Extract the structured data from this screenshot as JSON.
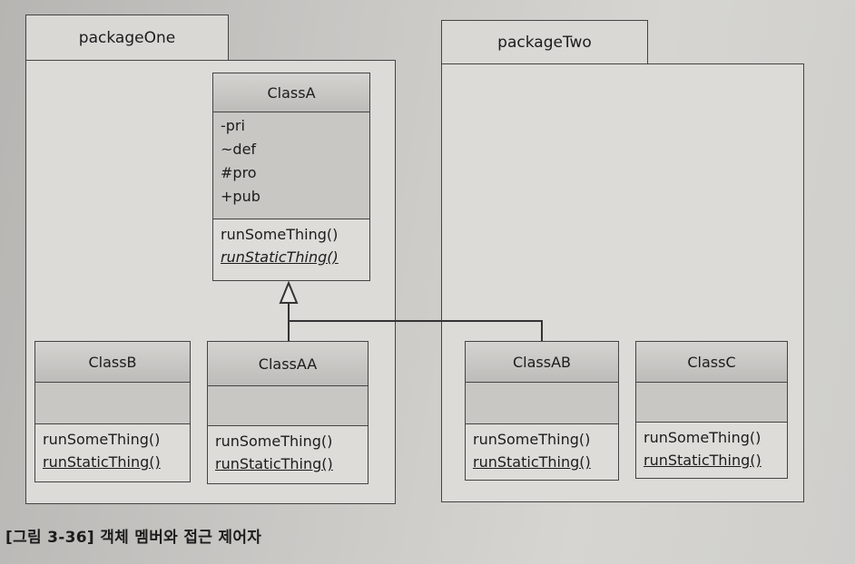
{
  "packages": {
    "one": {
      "name": "packageOne"
    },
    "two": {
      "name": "packageTwo"
    }
  },
  "classes": {
    "classA": {
      "name": "ClassA",
      "attributes": [
        "-pri",
        "~def",
        "#pro",
        "+pub"
      ],
      "operations": [
        "runSomeThing()",
        "runStaticThing()"
      ]
    },
    "classB": {
      "name": "ClassB",
      "operations": [
        "runSomeThing()",
        "runStaticThing()"
      ]
    },
    "classAA": {
      "name": "ClassAA",
      "operations": [
        "runSomeThing()",
        "runStaticThing()"
      ]
    },
    "classAB": {
      "name": "ClassAB",
      "operations": [
        "runSomeThing()",
        "runStaticThing()"
      ]
    },
    "classC": {
      "name": "ClassC",
      "operations": [
        "runSomeThing()",
        "runStaticThing()"
      ]
    }
  },
  "caption": "[그림 3-36] 객체 멤버와 접근 제어자"
}
